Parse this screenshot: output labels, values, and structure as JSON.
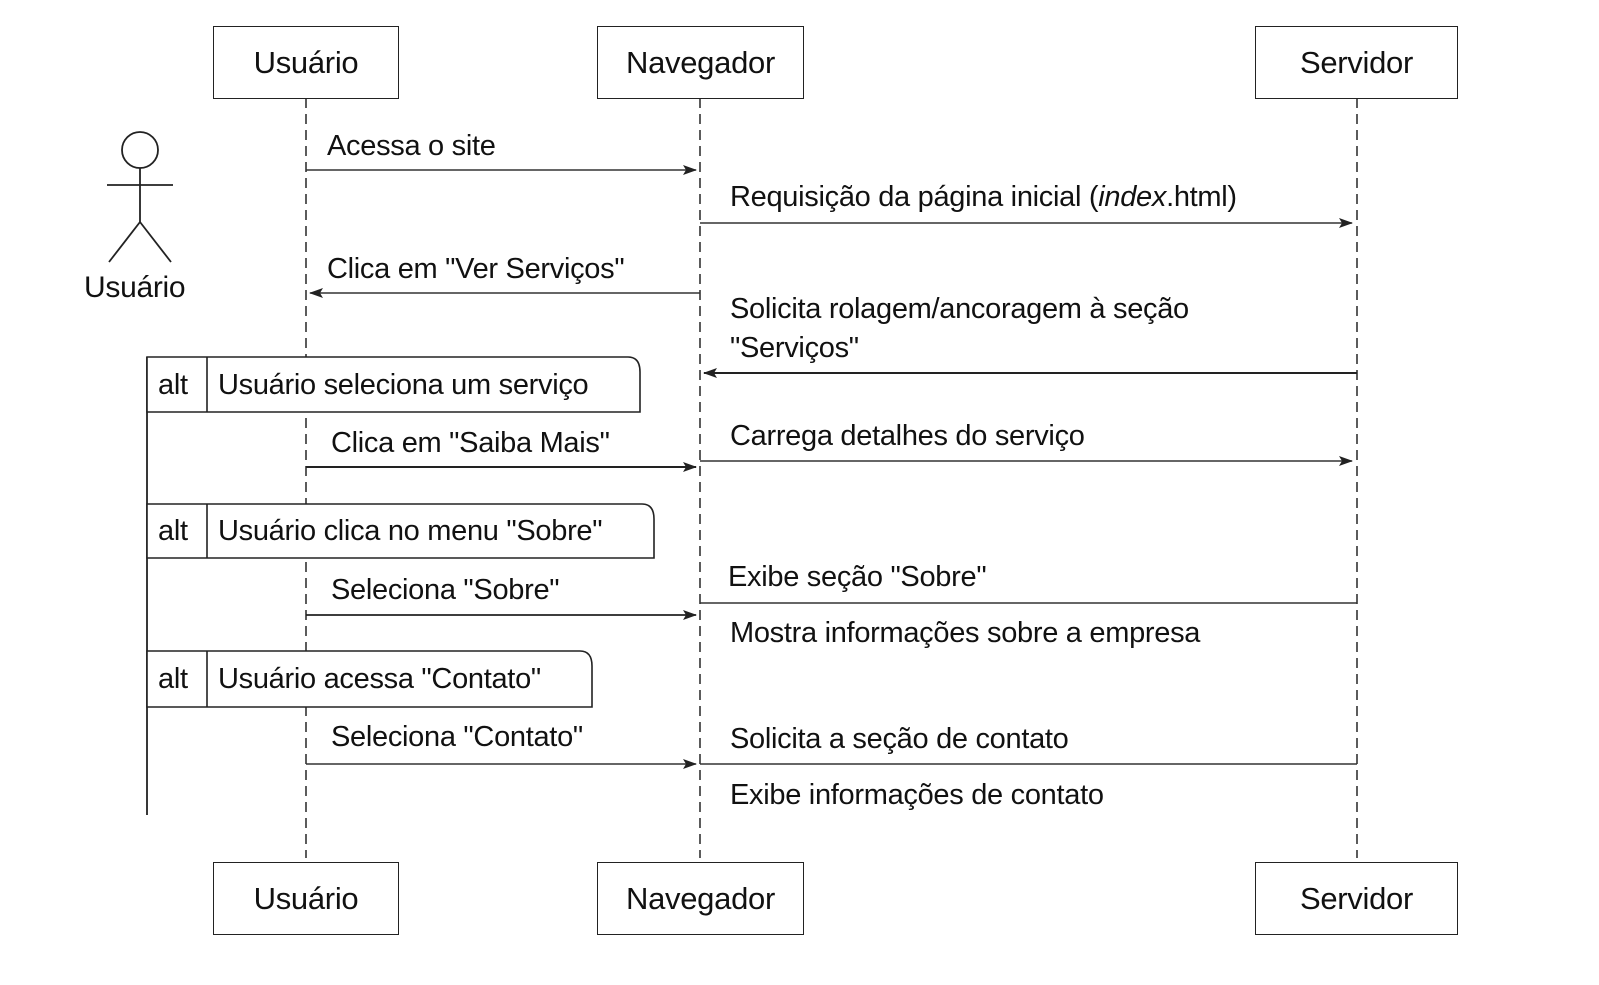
{
  "participants": {
    "user": "Usuário",
    "browser": "Navegador",
    "server": "Servidor"
  },
  "actor": {
    "label": "Usuário",
    "icon": "stick-figure-icon"
  },
  "messages": {
    "m1": "Acessa o site",
    "m2_before": "Requisição da página inicial (",
    "m2_italic": "index",
    "m2_after": ".html)",
    "m3": "Clica em \"Ver Serviços\"",
    "m4_line1": "Solicita rolagem/ancoragem à seção",
    "m4_line2": "\"Serviços\"",
    "m5": "Clica em \"Saiba Mais\"",
    "m6": "Carrega detalhes do serviço",
    "m7": "Seleciona \"Sobre\"",
    "m8": "Exibe seção \"Sobre\"",
    "m9": "Mostra informações sobre a empresa",
    "m10": "Seleciona \"Contato\"",
    "m11": "Solicita a seção de contato",
    "m12": "Exibe informações de contato"
  },
  "fragments": [
    {
      "operator": "alt",
      "guard": "Usuário seleciona um serviço"
    },
    {
      "operator": "alt",
      "guard": "Usuário clica no menu \"Sobre\""
    },
    {
      "operator": "alt",
      "guard": "Usuário acessa \"Contato\""
    }
  ]
}
